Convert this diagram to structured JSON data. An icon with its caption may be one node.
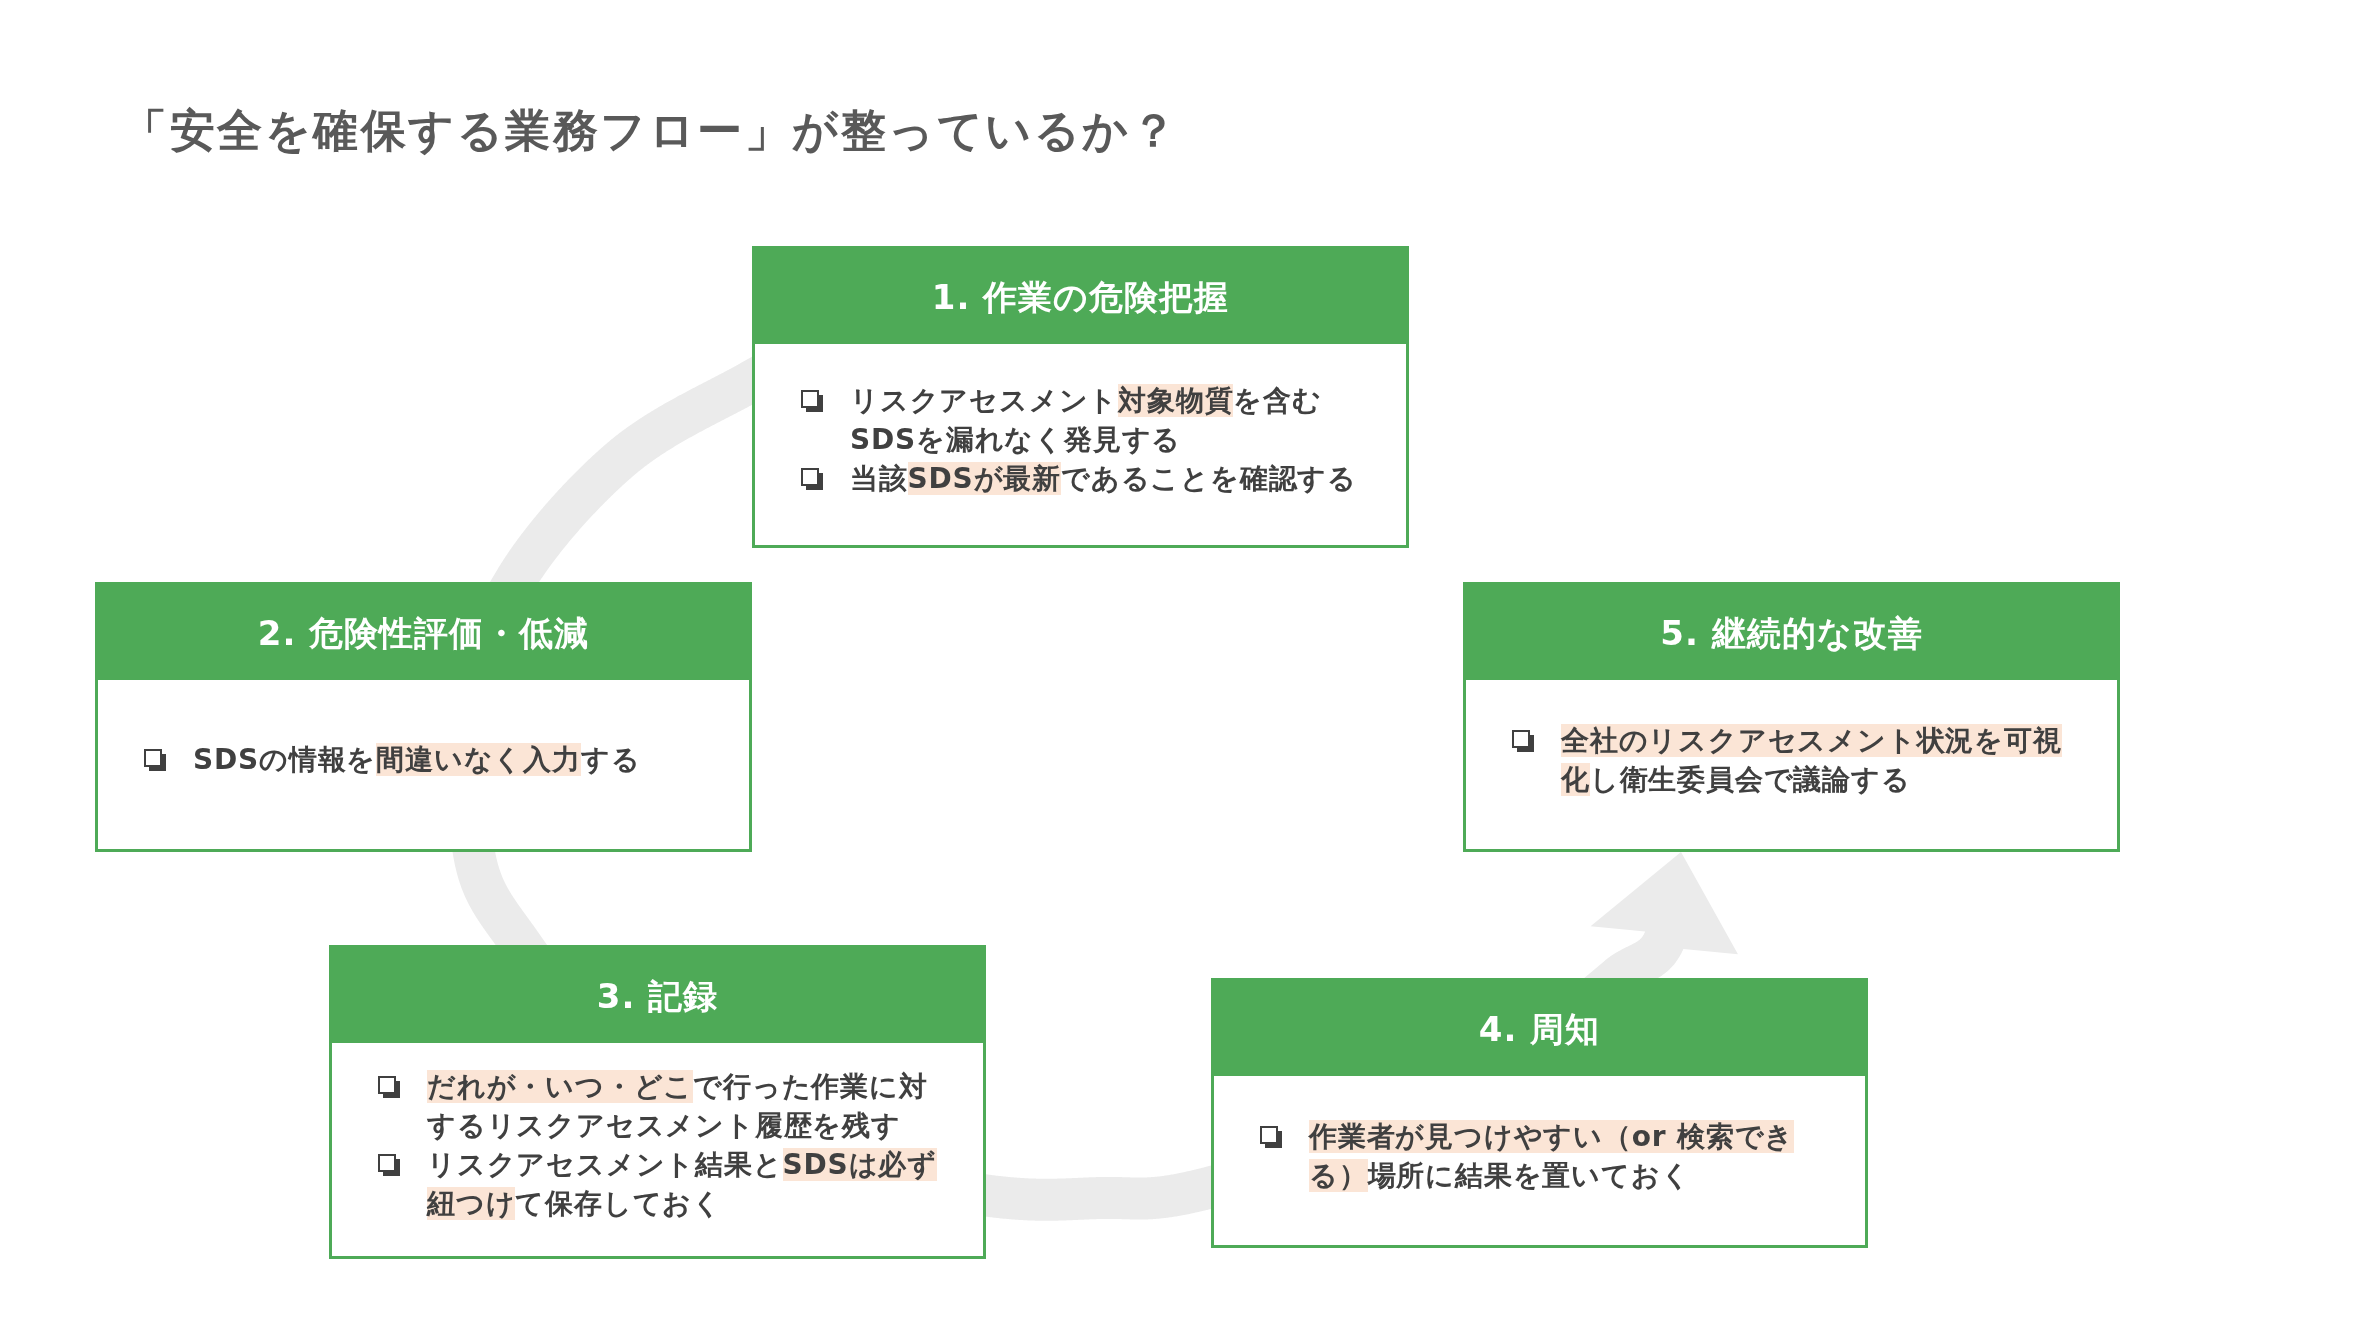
{
  "diagram": {
    "title": "「安全を確保する業務フロー」が整っているか？",
    "nodes": [
      {
        "text": [
          "1. 作業の危険把握",
          "リスクアセスメント**対象物質**を含むSDSを漏れなく発見する",
          "当該**SDSが最新**であることを確認する"
        ]
      },
      {
        "text": [
          "2. 危険性評価・低減",
          "SDSの情報を**間違いなく入力**する"
        ]
      },
      {
        "text": [
          "3. 記録",
          "**だれが・いつ・どこ**で行った作業に対するリスクアセスメント履歴を残す",
          "リスクアセスメント結果と**SDSは必ず紐つけ**て保存しておく"
        ]
      },
      {
        "text": [
          "4. 周知",
          "**作業者が見つけやすい（or 検索できる）**場所に結果を置いておく"
        ]
      },
      {
        "text": [
          "5. 継続的な改善",
          "**全社のリスクアセスメント状況を可視化**し衛生委員会で議論する"
        ]
      }
    ],
    "edges": [
      {
        "from": 0,
        "to": 1,
        "arrow": "none"
      },
      {
        "from": 1,
        "to": 2,
        "arrow": "none"
      },
      {
        "from": 2,
        "to": 3,
        "arrow": "none"
      },
      {
        "from": 3,
        "to": 4,
        "arrow": "to"
      }
    ]
  }
}
